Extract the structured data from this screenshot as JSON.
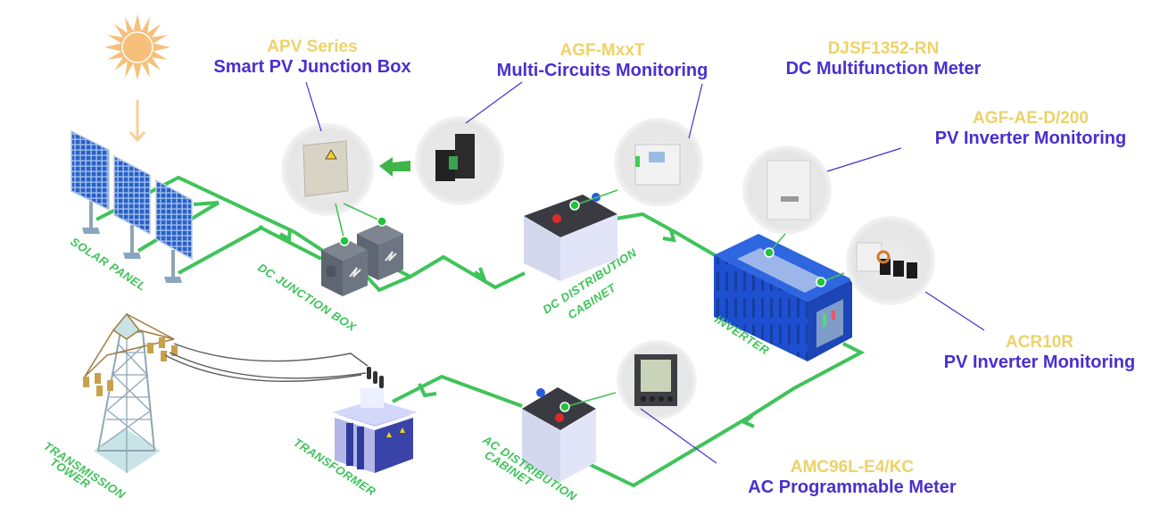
{
  "diagram": {
    "title": "PV power generation monitoring system",
    "colors": {
      "flow_line": "#3fc35a",
      "model_text": "#ecd26a",
      "description_text": "#4b2fcf",
      "sun": "#f6c07a",
      "panel_blue": "#2c63c9",
      "inverter_blue": "#1f4fd1"
    },
    "components": [
      {
        "id": "solar-panel",
        "label": "SOLAR PANEL"
      },
      {
        "id": "dc-junction-box",
        "label": "DC JUNCTION BOX"
      },
      {
        "id": "dc-distribution-cabinet",
        "label_line1": "DC DISTRIBUTION",
        "label_line2": "CABINET"
      },
      {
        "id": "inverter",
        "label": "INVERTER"
      },
      {
        "id": "ac-distribution-cabinet",
        "label_line1": "AC DISTRIBUTION",
        "label_line2": "CABINET"
      },
      {
        "id": "transformer",
        "label": "TRANSFORMER"
      },
      {
        "id": "transmission-tower",
        "label_line1": "TRANSMISSION",
        "label_line2": "TOWER"
      }
    ],
    "products": [
      {
        "model": "APV Series",
        "description": "Smart PV Junction Box"
      },
      {
        "model": "AGF-MxxT",
        "description": "Multi-Circuits Monitoring"
      },
      {
        "model": "DJSF1352-RN",
        "description": "DC Multifunction Meter"
      },
      {
        "model": "AGF-AE-D/200",
        "description": "PV Inverter Monitoring"
      },
      {
        "model": "ACR10R",
        "description": "PV Inverter Monitoring"
      },
      {
        "model": "AMC96L-E4/KC",
        "description": "AC Programmable Meter"
      }
    ],
    "icons": [
      "sun-icon",
      "down-arrow-icon",
      "left-arrow-icon",
      "warning-icon",
      "lightning-icon"
    ]
  }
}
